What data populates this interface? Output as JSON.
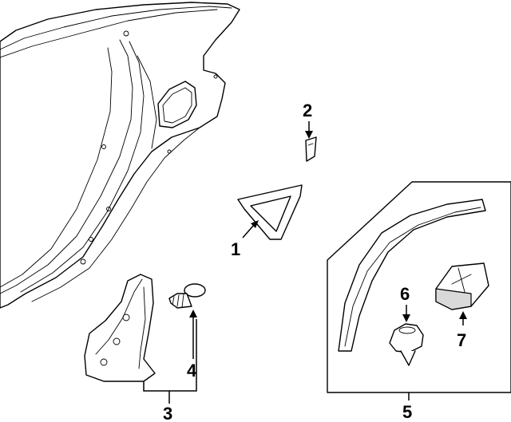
{
  "callouts": {
    "c1": "1",
    "c2": "2",
    "c3": "3",
    "c4": "4",
    "c5": "5",
    "c6": "6",
    "c7": "7"
  },
  "colors": {
    "line": "#000000",
    "background": "#ffffff",
    "shade": "#d9d9d9"
  }
}
